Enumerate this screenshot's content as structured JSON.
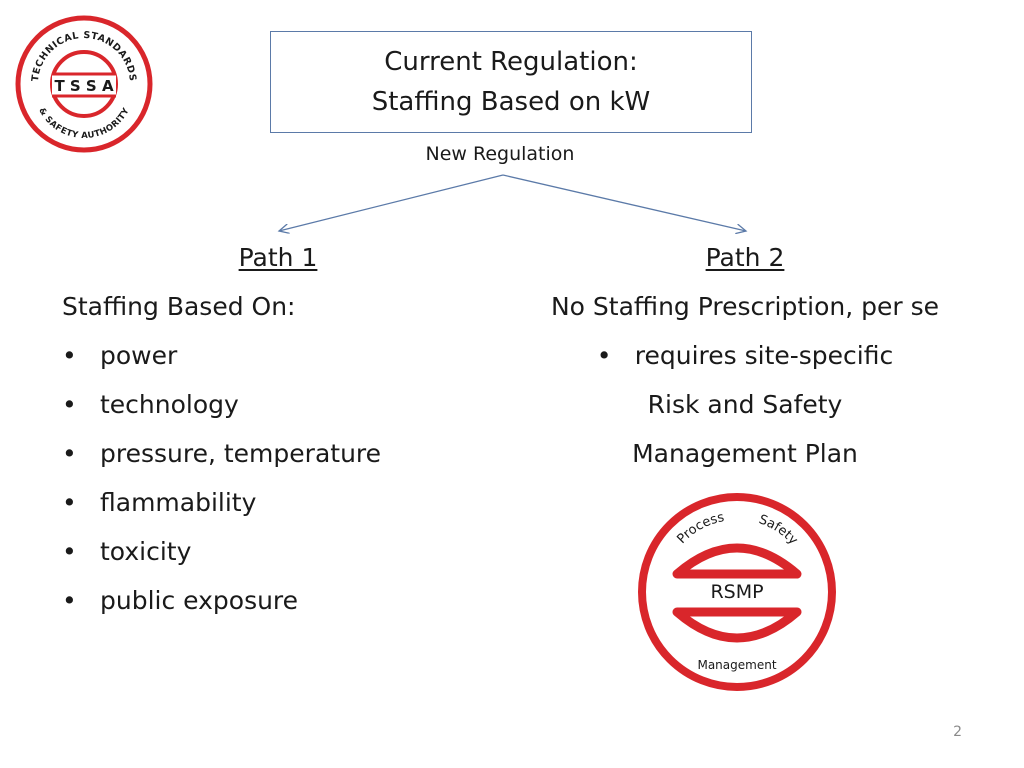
{
  "logo": {
    "arc_top": "TECHNICAL STANDARDS",
    "arc_bottom": "& SAFETY AUTHORITY",
    "letters": "T S S A",
    "color": "#d9262b"
  },
  "title": {
    "line1": "Current Regulation:",
    "line2": "Staffing Based on kW"
  },
  "subtitle": "New Regulation",
  "path1": {
    "heading": "Path 1",
    "intro": "Staffing Based On:",
    "items": [
      "power",
      "technology",
      "pressure, temperature",
      "flammability",
      "toxicity",
      "public exposure"
    ]
  },
  "path2": {
    "heading": "Path 2",
    "intro": "No Staffing Prescription, per se",
    "bullet": "requires site-specific",
    "line2": "Risk and Safety",
    "line3": "Management Plan"
  },
  "rsmp_logo": {
    "top_left": "Process",
    "top_right": "Safety",
    "center": "RSMP",
    "bottom": "Management",
    "color": "#d9262b"
  },
  "page_number": "2",
  "colors": {
    "accent_blue": "#5b7aa8",
    "brand_red": "#d9262b"
  }
}
